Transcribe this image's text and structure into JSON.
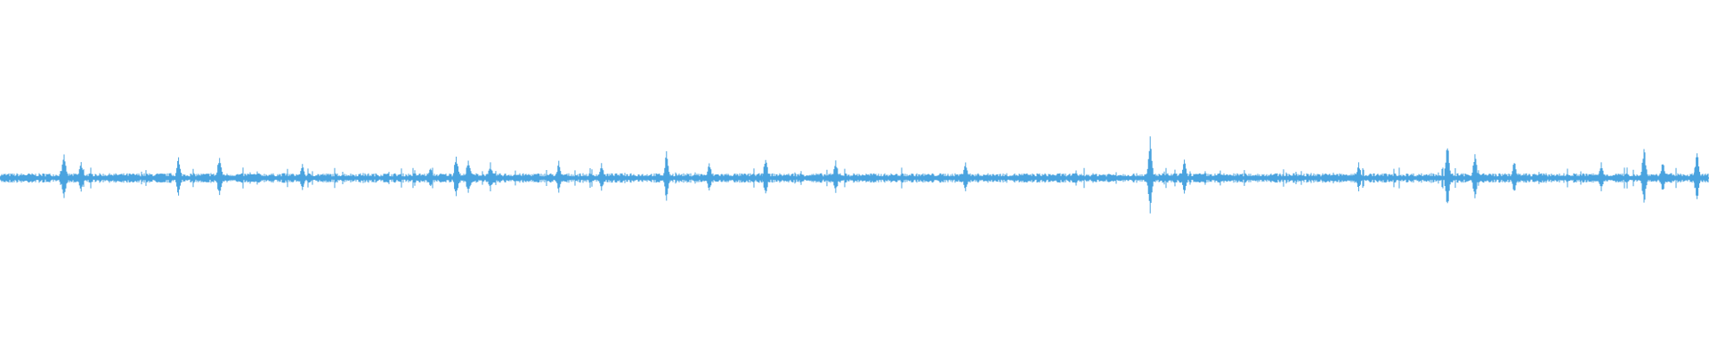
{
  "waveform": {
    "color": "#4aa3df",
    "background": "#ffffff",
    "amplitude_max": 1.0,
    "baseline_amplitude": 0.02,
    "noise_seed": 7,
    "peaks": [
      {
        "t": 0.0375,
        "amp": 0.18
      },
      {
        "t": 0.0475,
        "amp": 0.12
      },
      {
        "t": 0.1045,
        "amp": 0.16
      },
      {
        "t": 0.1285,
        "amp": 0.17
      },
      {
        "t": 0.177,
        "amp": 0.1
      },
      {
        "t": 0.252,
        "amp": 0.08
      },
      {
        "t": 0.267,
        "amp": 0.17
      },
      {
        "t": 0.274,
        "amp": 0.13
      },
      {
        "t": 0.287,
        "amp": 0.1
      },
      {
        "t": 0.327,
        "amp": 0.11
      },
      {
        "t": 0.352,
        "amp": 0.1
      },
      {
        "t": 0.39,
        "amp": 0.17
      },
      {
        "t": 0.415,
        "amp": 0.11
      },
      {
        "t": 0.448,
        "amp": 0.14
      },
      {
        "t": 0.489,
        "amp": 0.12
      },
      {
        "t": 0.565,
        "amp": 0.11
      },
      {
        "t": 0.673,
        "amp": 0.26
      },
      {
        "t": 0.693,
        "amp": 0.12
      },
      {
        "t": 0.795,
        "amp": 0.1
      },
      {
        "t": 0.847,
        "amp": 0.24
      },
      {
        "t": 0.863,
        "amp": 0.17
      },
      {
        "t": 0.886,
        "amp": 0.12
      },
      {
        "t": 0.937,
        "amp": 0.1
      },
      {
        "t": 0.962,
        "amp": 0.22
      },
      {
        "t": 0.973,
        "amp": 0.12
      },
      {
        "t": 0.993,
        "amp": 0.19
      }
    ]
  }
}
